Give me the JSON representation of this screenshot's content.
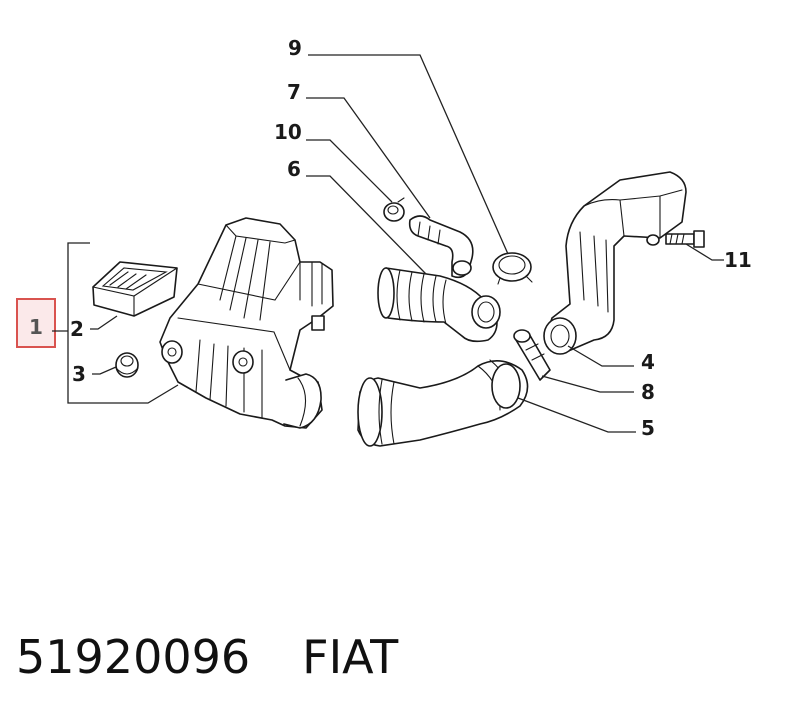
{
  "callouts": {
    "c1": "1",
    "c2": "2",
    "c3": "3",
    "c4": "4",
    "c5": "5",
    "c6": "6",
    "c7": "7",
    "c8": "8",
    "c9": "9",
    "c10": "10",
    "c11": "11"
  },
  "highlighted_callout": "1",
  "colors": {
    "highlight_border": "#d9534f",
    "highlight_fill": "#fbe9ea",
    "line": "#1a1a1a"
  },
  "footer": {
    "part_number": "51920096",
    "manufacturer": "FIAT"
  }
}
